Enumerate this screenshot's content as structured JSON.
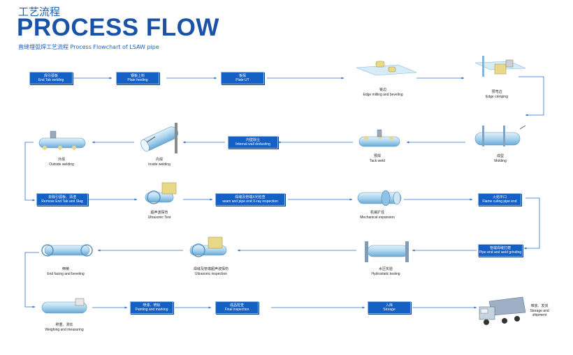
{
  "header": {
    "title_cn": "工艺流程",
    "title_en": "PROCESS FLOW",
    "subtitle": "直缝埋弧焊工艺流程 Process Flowchart of LSAW pipe"
  },
  "colors": {
    "box": "#1560c4",
    "title": "#1953a8",
    "arrow": "#2b6fd1",
    "pipe": "#a9d4ee"
  },
  "steps": {
    "end_tab_welding": {
      "cn": "焊引弧板",
      "en": "End Tab welding"
    },
    "plate_feeding": {
      "cn": "钢板上料",
      "en": "Plate feeding"
    },
    "plate_ut": {
      "cn": "板探",
      "en": "Plate UT"
    },
    "edge_milling": {
      "cn": "铣边",
      "en": "Edge milling and beveling"
    },
    "edge_crimping": {
      "cn": "预弯边",
      "en": "Edge crimping"
    },
    "molding": {
      "cn": "成型",
      "en": "Molding"
    },
    "tack_weld": {
      "cn": "预焊",
      "en": "Tack weld"
    },
    "internal_dedusting": {
      "cn": "内壁除尘",
      "en": "Internal wall dedusting"
    },
    "inside_welding": {
      "cn": "内焊",
      "en": "Inside welding"
    },
    "outside_welding": {
      "cn": "外焊",
      "en": "Outside welding"
    },
    "remove_end_tab": {
      "cn": "去除引弧板、清渣",
      "en": "Remove End Tab and Slag"
    },
    "ultrasonic_test": {
      "cn": "超声波探伤",
      "en": "Ultrasonic Test"
    },
    "xray": {
      "cn": "焊缝及管端X光检查",
      "en": "seam and pipe end X-ray inspection"
    },
    "mech_expansion": {
      "cn": "机械扩径",
      "en": "Mechanical expansion"
    },
    "flame_cutting": {
      "cn": "火焰平口",
      "en": "Flame cuting pipe end"
    },
    "end_grinding": {
      "cn": "管端焊缝打磨",
      "en": "Pipe end and weld grinding"
    },
    "hydrostatic": {
      "cn": "水压实验",
      "en": "Hydrostatic testing"
    },
    "ut_inspection": {
      "cn": "焊缝及管端超声波探伤",
      "en": "Ultrasonic inspection"
    },
    "end_facing": {
      "cn": "倒棱",
      "en": "End facing and beveling"
    },
    "weighing": {
      "cn": "称重、测长",
      "en": "Weighing and measuring"
    },
    "painting": {
      "cn": "喷漆、喷标",
      "en": "Painting and marking"
    },
    "final_inspection": {
      "cn": "成品检查",
      "en": "Final inspection"
    },
    "storage": {
      "cn": "入库",
      "en": "Storage"
    },
    "shipment": {
      "cn": "堆放、发货",
      "en": "Storage and",
      "en2": "shipment"
    }
  }
}
